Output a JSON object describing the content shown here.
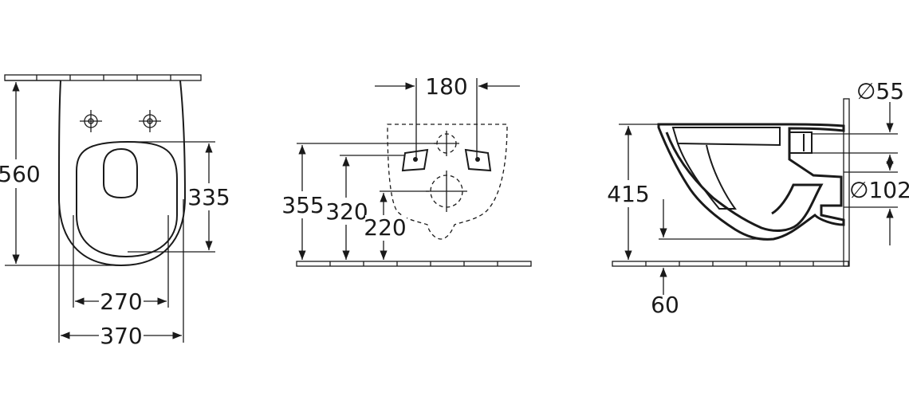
{
  "front_view": {
    "height_label": "560",
    "seat_height_label": "335",
    "seat_width_label": "270",
    "overall_width_label": "370"
  },
  "rear_view": {
    "hole_spacing_label": "180",
    "mount_height_1_label": "355",
    "mount_height_2_label": "320",
    "mount_height_3_label": "220"
  },
  "side_view": {
    "inlet_diameter_label": "∅55",
    "outlet_diameter_label": "∅102",
    "height_label": "415",
    "floor_offset_label": "60"
  },
  "colors": {
    "line": "#1a1a1a",
    "background": "#ffffff"
  }
}
